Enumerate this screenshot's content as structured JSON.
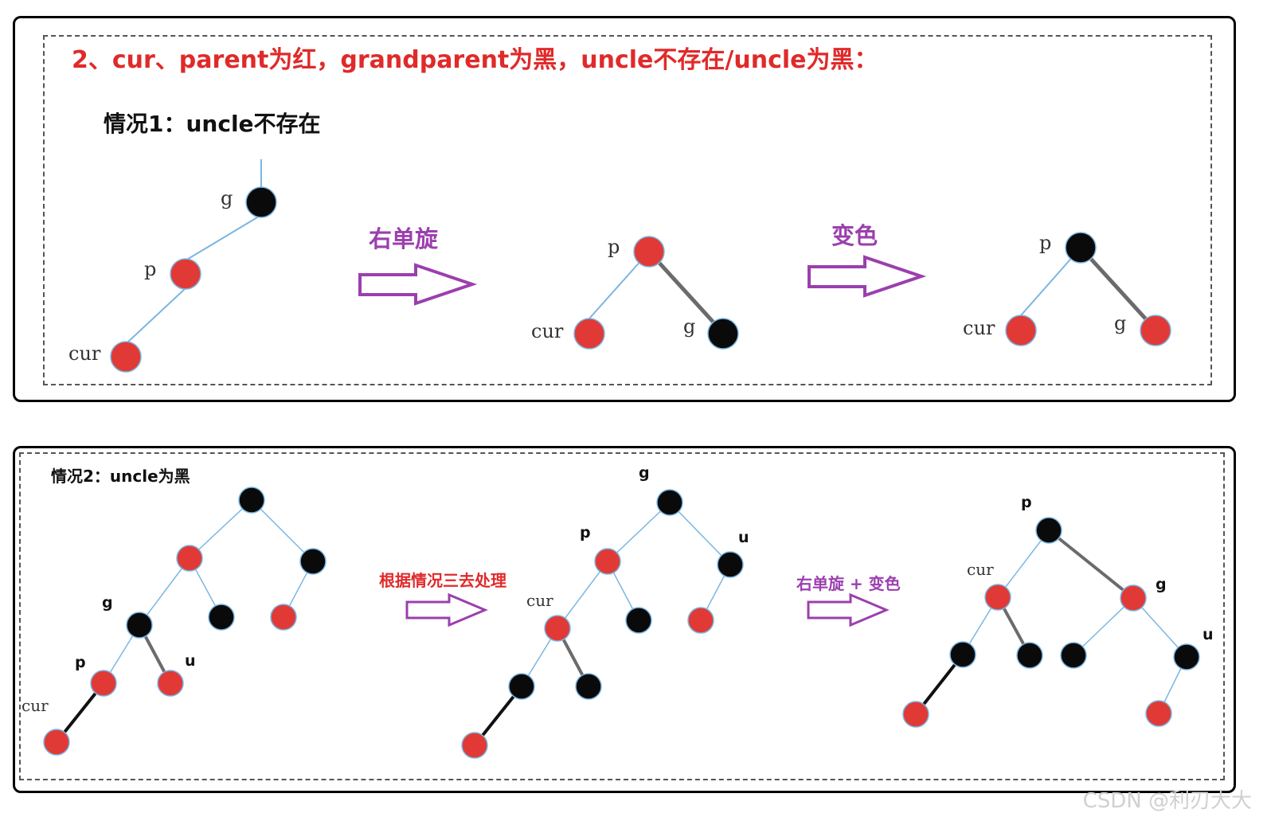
{
  "panel1": {
    "heading": "2、cur、parent为红，grandparent为黑，uncle不存在/uncle为黑：",
    "case_title": "情况1：uncle不存在",
    "op1": "右单旋",
    "op2": "变色"
  },
  "panel2": {
    "case_title": "情况2：uncle为黑",
    "op1": "根据情况三去处理",
    "op2": "右单旋 + 变色"
  },
  "labels": {
    "g": "g",
    "p": "p",
    "u": "u",
    "cur": "cur"
  },
  "colors": {
    "red_node": "#e13a36",
    "black_node": "#0a0a0a",
    "blue_edge": "#7ab6e3",
    "gray_edge": "#6b6b6b",
    "arrow": "#9b3fae",
    "heading_red": "#e02a2a"
  },
  "watermark": "CSDN @利刃大大"
}
